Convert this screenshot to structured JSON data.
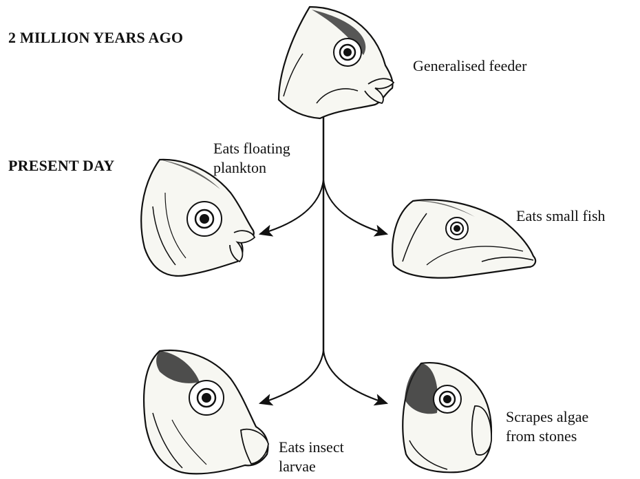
{
  "headings": {
    "past": "2 MILLION YEARS AGO",
    "present": "PRESENT DAY"
  },
  "ancestor": {
    "label": "Generalised feeder"
  },
  "descendants": [
    {
      "label": "Eats floating plankton",
      "line1": "Eats floating",
      "line2": "plankton"
    },
    {
      "label": "Eats small fish",
      "line1": "Eats small fish",
      "line2": ""
    },
    {
      "label": "Eats insect larvae",
      "line1": "Eats insect",
      "line2": "larvae"
    },
    {
      "label": "Scrapes algae from stones",
      "line1": "Scrapes algae",
      "line2": "from stones"
    }
  ],
  "colors": {
    "ink": "#111111",
    "skin": "#f7f7f2"
  }
}
